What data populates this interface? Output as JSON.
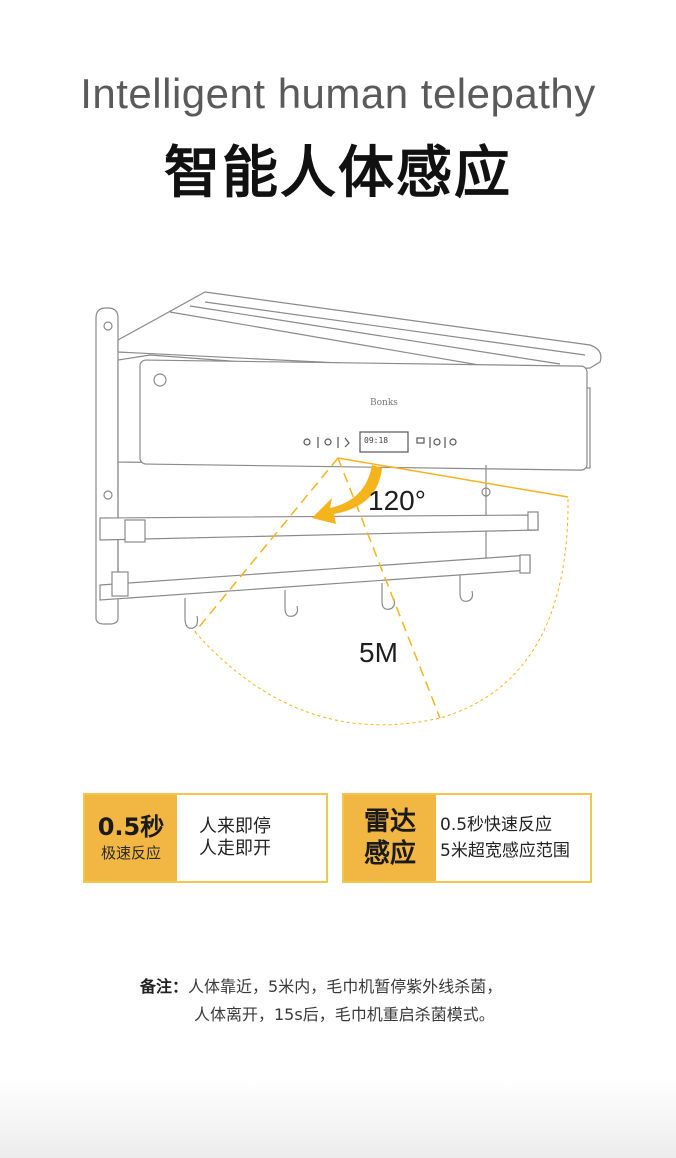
{
  "header": {
    "title_en": "Intelligent human telepathy",
    "title_cn": "智能人体感应"
  },
  "illustration": {
    "angle_label": "120°",
    "distance_label": "5M",
    "display_time": "09:18",
    "brand_mark": "Bonks",
    "accent_color": "#f5b31c"
  },
  "features": [
    {
      "highlight": "0.5秒",
      "highlight_sub": "极速反应",
      "lines": [
        "人来即停",
        "人走即开"
      ]
    },
    {
      "highlight_line1": "雷达",
      "highlight_line2": "感应",
      "lines": [
        "0.5秒快速反应",
        "5米超宽感应范围"
      ]
    }
  ],
  "note": {
    "label": "备注：",
    "line1": "人体靠近，5米内，毛巾机暂停紫外线杀菌，",
    "line2": "人体离开，15s后，毛巾机重启杀菌模式。"
  },
  "colors": {
    "box_fill": "#f2b643",
    "box_border": "#f0c74a",
    "title_en": "#5a5a5a",
    "title_cn": "#111111"
  }
}
